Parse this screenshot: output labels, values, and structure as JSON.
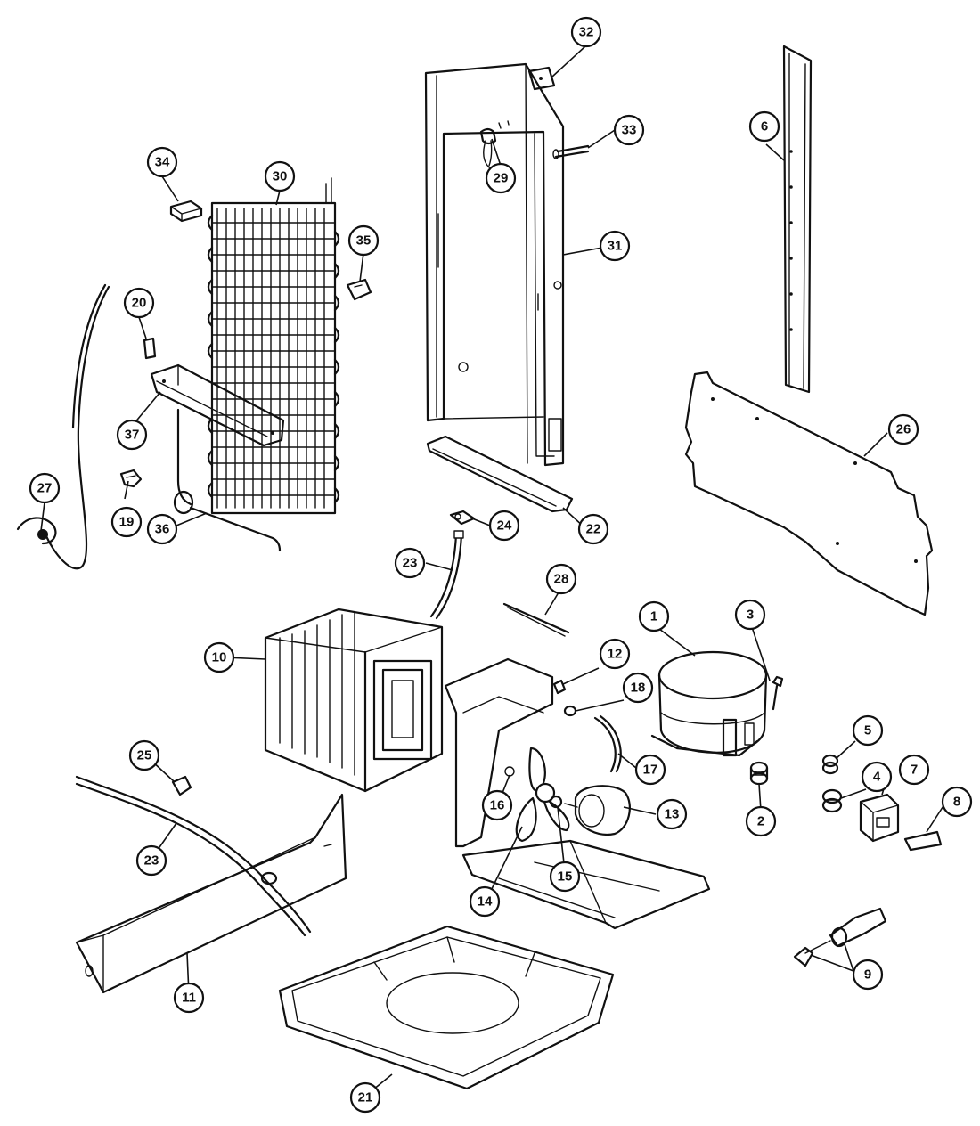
{
  "diagram": {
    "callouts": [
      {
        "id": "c1",
        "label": "1"
      },
      {
        "id": "c2",
        "label": "2"
      },
      {
        "id": "c3",
        "label": "3"
      },
      {
        "id": "c4",
        "label": "4"
      },
      {
        "id": "c5",
        "label": "5"
      },
      {
        "id": "c6",
        "label": "6"
      },
      {
        "id": "c7",
        "label": "7"
      },
      {
        "id": "c8",
        "label": "8"
      },
      {
        "id": "c9",
        "label": "9"
      },
      {
        "id": "c10",
        "label": "10"
      },
      {
        "id": "c11",
        "label": "11"
      },
      {
        "id": "c12",
        "label": "12"
      },
      {
        "id": "c13",
        "label": "13"
      },
      {
        "id": "c14",
        "label": "14"
      },
      {
        "id": "c15",
        "label": "15"
      },
      {
        "id": "c16",
        "label": "16"
      },
      {
        "id": "c17",
        "label": "17"
      },
      {
        "id": "c18",
        "label": "18"
      },
      {
        "id": "c19",
        "label": "19"
      },
      {
        "id": "c20",
        "label": "20"
      },
      {
        "id": "c21",
        "label": "21"
      },
      {
        "id": "c22",
        "label": "22"
      },
      {
        "id": "c23a",
        "label": "23"
      },
      {
        "id": "c23b",
        "label": "23"
      },
      {
        "id": "c24",
        "label": "24"
      },
      {
        "id": "c25",
        "label": "25"
      },
      {
        "id": "c26",
        "label": "26"
      },
      {
        "id": "c27",
        "label": "27"
      },
      {
        "id": "c28",
        "label": "28"
      },
      {
        "id": "c29",
        "label": "29"
      },
      {
        "id": "c30",
        "label": "30"
      },
      {
        "id": "c31",
        "label": "31"
      },
      {
        "id": "c32",
        "label": "32"
      },
      {
        "id": "c33",
        "label": "33"
      },
      {
        "id": "c34",
        "label": "34"
      },
      {
        "id": "c35",
        "label": "35"
      },
      {
        "id": "c36",
        "label": "36"
      },
      {
        "id": "c37",
        "label": "37"
      }
    ]
  }
}
